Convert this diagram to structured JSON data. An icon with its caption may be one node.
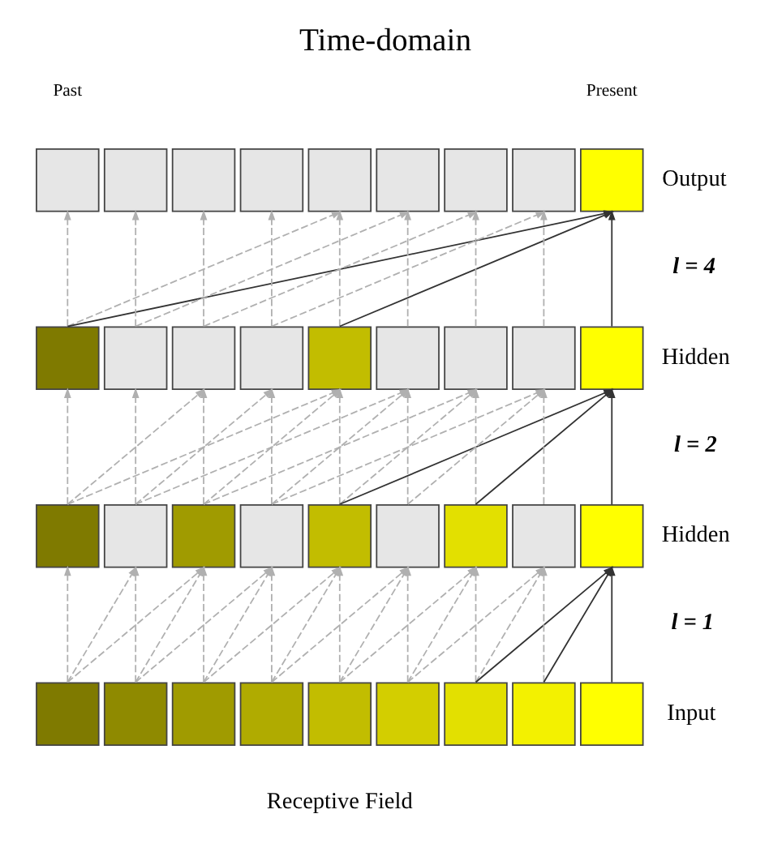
{
  "diagram": {
    "title": "Time-domain",
    "nodes": [
      {
        "text": [],
        "shape": "box"
      },
      {
        "text": [],
        "shape": "box"
      },
      {
        "text": [],
        "shape": "box"
      },
      {
        "text": [],
        "shape": "box"
      },
      {
        "text": [],
        "shape": "box"
      },
      {
        "text": [],
        "shape": "box"
      },
      {
        "text": [],
        "shape": "box"
      },
      {
        "text": [],
        "shape": "box"
      },
      {
        "text": [],
        "shape": "box"
      },
      {
        "text": [],
        "shape": "box"
      },
      {
        "text": [],
        "shape": "box"
      },
      {
        "text": [],
        "shape": "box"
      },
      {
        "text": [],
        "shape": "box"
      },
      {
        "text": [],
        "shape": "box"
      },
      {
        "text": [],
        "shape": "box"
      },
      {
        "text": [],
        "shape": "box"
      },
      {
        "text": [],
        "shape": "box"
      },
      {
        "text": [],
        "shape": "box"
      },
      {
        "text": [],
        "shape": "box"
      },
      {
        "text": [],
        "shape": "box"
      },
      {
        "text": [],
        "shape": "box"
      },
      {
        "text": [],
        "shape": "box"
      },
      {
        "text": [],
        "shape": "box"
      },
      {
        "text": [],
        "shape": "box"
      },
      {
        "text": [],
        "shape": "box"
      },
      {
        "text": [],
        "shape": "box"
      },
      {
        "text": [],
        "shape": "box"
      },
      {
        "text": [],
        "shape": "box"
      },
      {
        "text": [],
        "shape": "box"
      },
      {
        "text": [],
        "shape": "box"
      },
      {
        "text": [],
        "shape": "box"
      },
      {
        "text": [],
        "shape": "box"
      },
      {
        "text": [],
        "shape": "box"
      },
      {
        "text": [],
        "shape": "box"
      },
      {
        "text": [],
        "shape": "box"
      },
      {
        "text": [],
        "shape": "box"
      }
    ],
    "edges": [
      {
        "from": 27,
        "to": 18,
        "arrow": "to",
        "style": "dashed"
      },
      {
        "from": 28,
        "to": 19,
        "arrow": "to",
        "style": "dashed"
      },
      {
        "from": 27,
        "to": 19,
        "arrow": "to",
        "style": "dashed"
      },
      {
        "from": 29,
        "to": 20,
        "arrow": "to",
        "style": "dashed"
      },
      {
        "from": 28,
        "to": 20,
        "arrow": "to",
        "style": "dashed"
      },
      {
        "from": 27,
        "to": 20,
        "arrow": "to",
        "style": "dashed"
      },
      {
        "from": 30,
        "to": 21,
        "arrow": "to",
        "style": "dashed"
      },
      {
        "from": 29,
        "to": 21,
        "arrow": "to",
        "style": "dashed"
      },
      {
        "from": 28,
        "to": 21,
        "arrow": "to",
        "style": "dashed"
      },
      {
        "from": 31,
        "to": 22,
        "arrow": "to",
        "style": "dashed"
      },
      {
        "from": 30,
        "to": 22,
        "arrow": "to",
        "style": "dashed"
      },
      {
        "from": 29,
        "to": 22,
        "arrow": "to",
        "style": "dashed"
      },
      {
        "from": 32,
        "to": 23,
        "arrow": "to",
        "style": "dashed"
      },
      {
        "from": 31,
        "to": 23,
        "arrow": "to",
        "style": "dashed"
      },
      {
        "from": 30,
        "to": 23,
        "arrow": "to",
        "style": "dashed"
      },
      {
        "from": 33,
        "to": 24,
        "arrow": "to",
        "style": "dashed"
      },
      {
        "from": 32,
        "to": 24,
        "arrow": "to",
        "style": "dashed"
      },
      {
        "from": 31,
        "to": 24,
        "arrow": "to",
        "style": "dashed"
      },
      {
        "from": 34,
        "to": 25,
        "arrow": "to",
        "style": "dashed"
      },
      {
        "from": 33,
        "to": 25,
        "arrow": "to",
        "style": "dashed"
      },
      {
        "from": 32,
        "to": 25,
        "arrow": "to",
        "style": "dashed"
      },
      {
        "from": 35,
        "to": 26,
        "arrow": "to",
        "color": "#333333"
      },
      {
        "from": 34,
        "to": 26,
        "arrow": "to",
        "color": "#333333"
      },
      {
        "from": 33,
        "to": 26,
        "arrow": "to",
        "color": "#333333"
      },
      {
        "from": 18,
        "to": 9,
        "arrow": "to",
        "style": "dashed"
      },
      {
        "from": 19,
        "to": 10,
        "arrow": "to",
        "style": "dashed"
      },
      {
        "from": 20,
        "to": 11,
        "arrow": "to",
        "style": "dashed"
      },
      {
        "from": 18,
        "to": 11,
        "arrow": "to",
        "style": "dashed"
      },
      {
        "from": 21,
        "to": 12,
        "arrow": "to",
        "style": "dashed"
      },
      {
        "from": 19,
        "to": 12,
        "arrow": "to",
        "style": "dashed"
      },
      {
        "from": 22,
        "to": 13,
        "arrow": "to",
        "style": "dashed"
      },
      {
        "from": 20,
        "to": 13,
        "arrow": "to",
        "style": "dashed"
      },
      {
        "from": 18,
        "to": 13,
        "arrow": "to",
        "style": "dashed"
      },
      {
        "from": 23,
        "to": 14,
        "arrow": "to",
        "style": "dashed"
      },
      {
        "from": 21,
        "to": 14,
        "arrow": "to",
        "style": "dashed"
      },
      {
        "from": 19,
        "to": 14,
        "arrow": "to",
        "style": "dashed"
      },
      {
        "from": 24,
        "to": 15,
        "arrow": "to",
        "style": "dashed"
      },
      {
        "from": 22,
        "to": 15,
        "arrow": "to",
        "style": "dashed"
      },
      {
        "from": 20,
        "to": 15,
        "arrow": "to",
        "style": "dashed"
      },
      {
        "from": 25,
        "to": 16,
        "arrow": "to",
        "style": "dashed"
      },
      {
        "from": 23,
        "to": 16,
        "arrow": "to",
        "style": "dashed"
      },
      {
        "from": 21,
        "to": 16,
        "arrow": "to",
        "style": "dashed"
      },
      {
        "from": 26,
        "to": 17,
        "arrow": "to",
        "color": "#333333"
      },
      {
        "from": 24,
        "to": 17,
        "arrow": "to",
        "color": "#333333"
      },
      {
        "from": 22,
        "to": 17,
        "arrow": "to",
        "color": "#333333"
      },
      {
        "from": 9,
        "to": 0,
        "arrow": "to",
        "style": "dashed"
      },
      {
        "from": 10,
        "to": 1,
        "arrow": "to",
        "style": "dashed"
      },
      {
        "from": 11,
        "to": 2,
        "arrow": "to",
        "style": "dashed"
      },
      {
        "from": 12,
        "to": 3,
        "arrow": "to",
        "style": "dashed"
      },
      {
        "from": 13,
        "to": 4,
        "arrow": "to",
        "style": "dashed"
      },
      {
        "from": 9,
        "to": 4,
        "arrow": "to",
        "style": "dashed"
      },
      {
        "from": 14,
        "to": 5,
        "arrow": "to",
        "style": "dashed"
      },
      {
        "from": 10,
        "to": 5,
        "arrow": "to",
        "style": "dashed"
      },
      {
        "from": 15,
        "to": 6,
        "arrow": "to",
        "style": "dashed"
      },
      {
        "from": 11,
        "to": 6,
        "arrow": "to",
        "style": "dashed"
      },
      {
        "from": 16,
        "to": 7,
        "arrow": "to",
        "style": "dashed"
      },
      {
        "from": 12,
        "to": 7,
        "arrow": "to",
        "style": "dashed"
      },
      {
        "from": 17,
        "to": 8,
        "arrow": "to",
        "color": "#333333"
      },
      {
        "from": 13,
        "to": 8,
        "arrow": "to",
        "color": "#333333"
      },
      {
        "from": 9,
        "to": 8,
        "arrow": "to",
        "color": "#333333"
      }
    ],
    "labels": [
      "Past",
      "Present",
      "Output",
      "l = 4",
      "Hidden",
      "l = 2",
      "Hidden",
      "l = 1",
      "Input",
      "Receptive Field"
    ]
  }
}
